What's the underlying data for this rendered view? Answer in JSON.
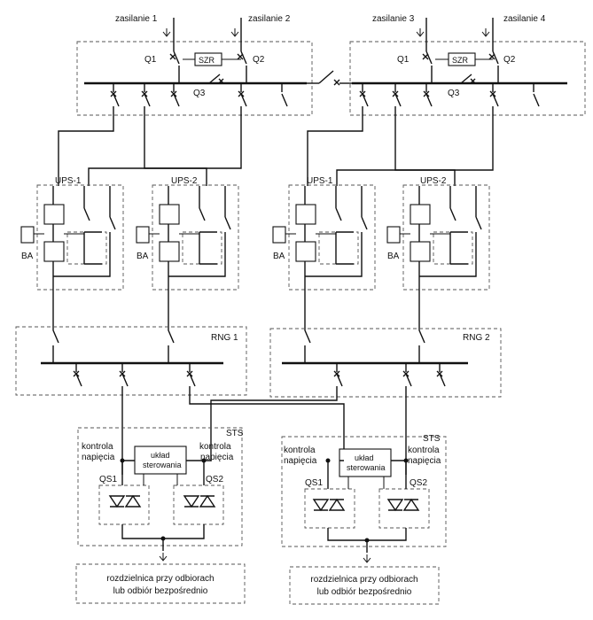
{
  "supplies": [
    "zasilanie 1",
    "zasilanie 2",
    "zasilanie 3",
    "zasilanie 4"
  ],
  "switchboards": [
    {
      "q1": "Q1",
      "q2": "Q2",
      "q3": "Q3",
      "szr": "SZR"
    },
    {
      "q1": "Q1",
      "q2": "Q2",
      "q3": "Q3",
      "szr": "SZR"
    }
  ],
  "ups": [
    "UPS-1",
    "UPS-2",
    "UPS-1",
    "UPS-2"
  ],
  "battery_label": "BA",
  "rng": [
    "RNG 1",
    "RNG 2"
  ],
  "sts": [
    {
      "title": "STS",
      "control_left": [
        "kontrola",
        "napięcia"
      ],
      "control_right": [
        "kontrola",
        "napięcia"
      ],
      "controller": [
        "układ",
        "sterowania"
      ],
      "qs1": "QS1",
      "qs2": "QS2"
    },
    {
      "title": "STS",
      "control_left": [
        "kontrola",
        "napięcia"
      ],
      "control_right": [
        "kontrola",
        "napięcia"
      ],
      "controller": [
        "układ",
        "sterowania"
      ],
      "qs1": "QS1",
      "qs2": "QS2"
    }
  ],
  "outputs": [
    [
      "rozdzielnica przy odbiorach",
      "lub odbiór bezpośrednio"
    ],
    [
      "rozdzielnica przy odbiorach",
      "lub odbiór bezpośrednio"
    ]
  ]
}
